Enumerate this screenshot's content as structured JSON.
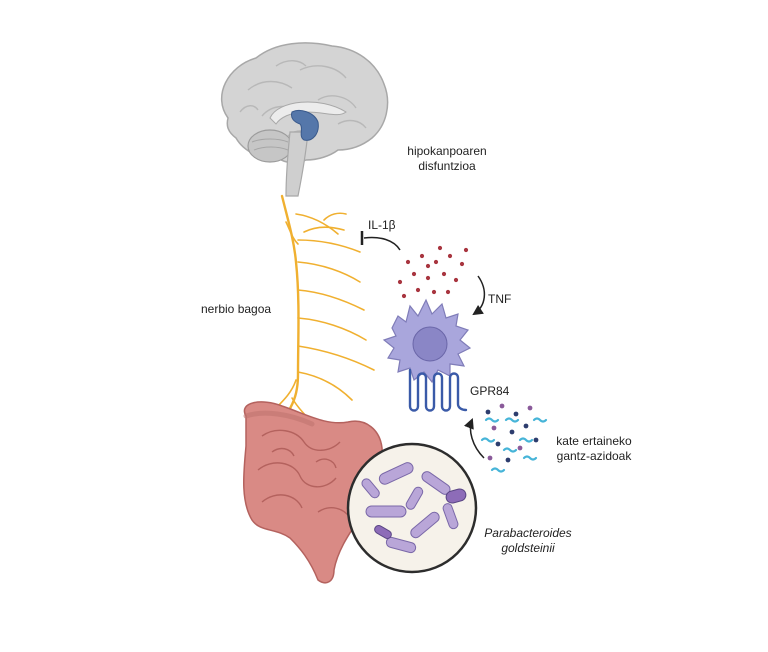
{
  "labels": {
    "hippocampus_line1": "hipokanpoaren",
    "hippocampus_line2": "disfuntzioa",
    "vagus_nerve": "nerbio bagoa",
    "il1b": "IL-1β",
    "tnf": "TNF",
    "receptor": "GPR84",
    "scfa_line1": "kate ertaineko",
    "scfa_line2": "gantz-azidoak",
    "bacteria_line1": "Parabacteroides",
    "bacteria_line2": "goldsteinii"
  },
  "colors": {
    "brain": "#d4d4d4",
    "hippocampus": "#5577aa",
    "nerve": "#f0b030",
    "intestine": "#d98a85",
    "macrophage": "#a9a6dc",
    "receptor": "#3a5aa8",
    "cytokine_dots": "#a8353f",
    "bacteria": "#b9a6d8",
    "scfa_dots": [
      "#2d3d6e",
      "#8a5a9a",
      "#46b4d8"
    ]
  },
  "icons": {
    "brain": "brain-icon",
    "nerve": "vagus-nerve-icon",
    "intestine": "intestine-icon",
    "immune_cell": "macrophage-icon",
    "receptor": "gpcr-receptor-icon",
    "bacteria": "bacteria-magnifier-icon"
  }
}
